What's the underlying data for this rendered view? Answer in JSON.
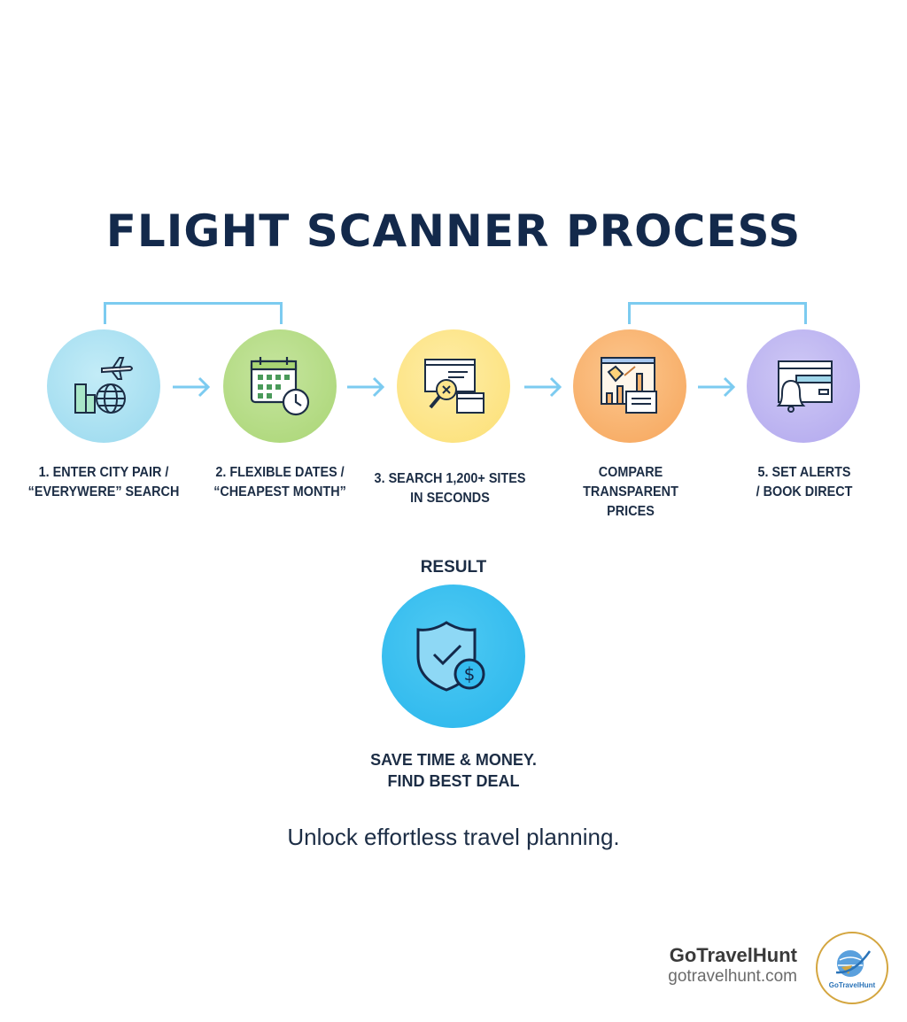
{
  "title": "FLIGHT SCANNER PROCESS",
  "steps": [
    {
      "line1": "1. ENTER CITY PAIR /",
      "line2": "“EVERYWERE” SEARCH",
      "line3": "",
      "color": "#a7e0f1",
      "icon": "city-globe-plane-icon"
    },
    {
      "line1": "2. FLEXIBLE DATES /",
      "line2": "“CHEAPEST MONTH”",
      "line3": "",
      "color": "#b6dc88",
      "icon": "calendar-clock-icon"
    },
    {
      "line1": "3. SEARCH 1,200+ SITES",
      "line2": "IN SECONDS",
      "line3": "",
      "color": "#fde58c",
      "icon": "search-flights-icon"
    },
    {
      "line1": "COMPARE",
      "line2": "TRANSPARENT",
      "line3": "PRICES",
      "color": "#f9b36e",
      "icon": "price-chart-icon"
    },
    {
      "line1": "5. SET ALERTS",
      "line2": "/ BOOK DIRECT",
      "line3": "",
      "color": "#bdb4f1",
      "icon": "bell-card-icon"
    }
  ],
  "result": {
    "heading": "RESULT",
    "line1": "SAVE TIME & MONEY.",
    "line2": "FIND BEST DEAL",
    "color": "#35bdf0",
    "icon": "shield-check-dollar-icon"
  },
  "tagline": "Unlock effortless travel planning.",
  "brand": {
    "name": "GoTravelHunt",
    "url": "gotravelhunt.com",
    "logo_text": "GoTravelHunt"
  }
}
